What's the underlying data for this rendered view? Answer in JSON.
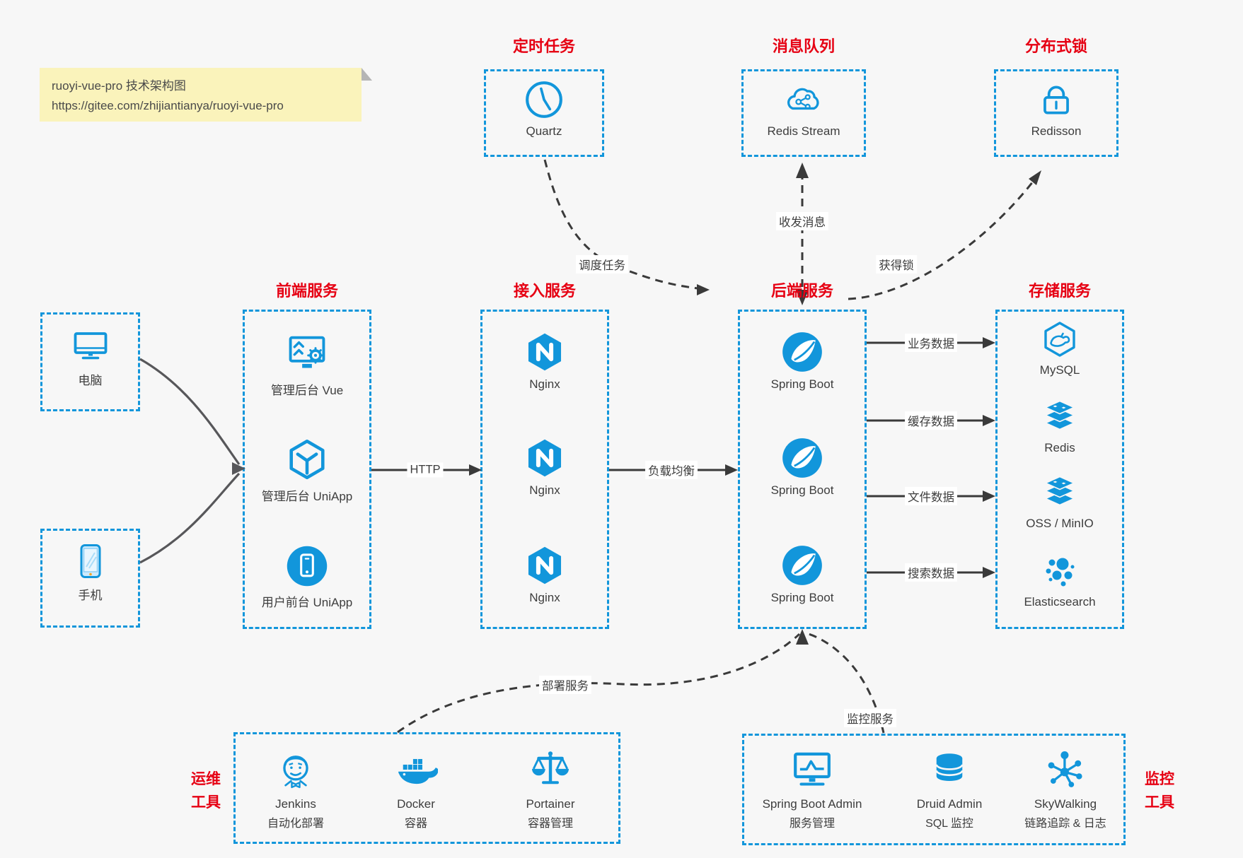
{
  "colors": {
    "accent_blue": "#1296db",
    "title_red": "#e60013",
    "arrow_dark": "#3a3a3a",
    "note_bg": "#faf3bb",
    "canvas_bg": "#f7f7f7"
  },
  "note": {
    "line1": "ruoyi-vue-pro 技术架构图",
    "line2": "https://gitee.com/zhijiantianya/ruoyi-vue-pro"
  },
  "top_groups": [
    {
      "title": "定时任务",
      "item": {
        "label": "Quartz",
        "icon": "clock-icon"
      }
    },
    {
      "title": "消息队列",
      "item": {
        "label": "Redis Stream",
        "icon": "cloud-share-icon"
      }
    },
    {
      "title": "分布式锁",
      "item": {
        "label": "Redisson",
        "icon": "lock-icon"
      }
    }
  ],
  "clients": [
    {
      "label": "电脑",
      "icon": "desktop-icon"
    },
    {
      "label": "手机",
      "icon": "phone-icon"
    }
  ],
  "service_groups": [
    {
      "title": "前端服务",
      "items": [
        {
          "label": "管理后台 Vue",
          "icon": "admin-vue-icon"
        },
        {
          "label": "管理后台 UniApp",
          "icon": "cube-icon"
        },
        {
          "label": "用户前台 UniApp",
          "icon": "app-circle-icon"
        }
      ]
    },
    {
      "title": "接入服务",
      "items": [
        {
          "label": "Nginx",
          "icon": "nginx-icon"
        },
        {
          "label": "Nginx",
          "icon": "nginx-icon"
        },
        {
          "label": "Nginx",
          "icon": "nginx-icon"
        }
      ]
    },
    {
      "title": "后端服务",
      "items": [
        {
          "label": "Spring Boot",
          "icon": "spring-icon"
        },
        {
          "label": "Spring Boot",
          "icon": "spring-icon"
        },
        {
          "label": "Spring Boot",
          "icon": "spring-icon"
        }
      ]
    },
    {
      "title": "存储服务",
      "items": [
        {
          "label": "MySQL",
          "icon": "mysql-icon"
        },
        {
          "label": "Redis",
          "icon": "redis-stack-icon"
        },
        {
          "label": "OSS / MinIO",
          "icon": "oss-stack-icon"
        },
        {
          "label": "Elasticsearch",
          "icon": "elasticsearch-icon"
        }
      ]
    }
  ],
  "bottom_groups": [
    {
      "side1": "运维",
      "side2": "工具",
      "items": [
        {
          "name": "Jenkins",
          "desc": "自动化部署",
          "icon": "jenkins-icon"
        },
        {
          "name": "Docker",
          "desc": "容器",
          "icon": "docker-whale-icon"
        },
        {
          "name": "Portainer",
          "desc": "容器管理",
          "icon": "scales-icon"
        }
      ]
    },
    {
      "side1": "监控",
      "side2": "工具",
      "items": [
        {
          "name": "Spring Boot Admin",
          "desc": "服务管理",
          "icon": "monitor-chart-icon"
        },
        {
          "name": "Druid Admin",
          "desc": "SQL 监控",
          "icon": "database-icon"
        },
        {
          "name": "SkyWalking",
          "desc": "链路追踪 & 日志",
          "icon": "topology-icon"
        }
      ]
    }
  ],
  "edge_labels": {
    "http": "HTTP",
    "load_balance": "负载均衡",
    "schedule": "调度任务",
    "messaging": "收发消息",
    "acquire_lock": "获得锁",
    "business_data": "业务数据",
    "cache_data": "缓存数据",
    "file_data": "文件数据",
    "search_data": "搜索数据",
    "deploy": "部署服务",
    "monitor": "监控服务"
  }
}
